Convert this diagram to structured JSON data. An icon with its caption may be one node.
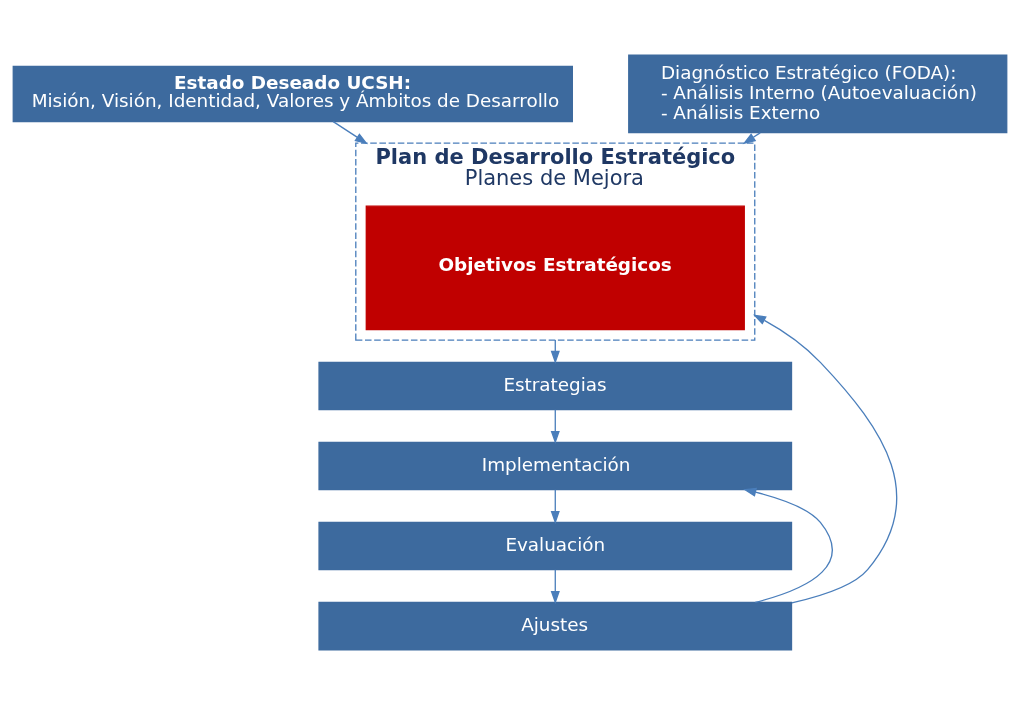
{
  "diagram": {
    "nodes": [
      {
        "text": [
          "Estado Deseado UCSH:",
          "Misión, Visión, Identidad, Valores y Ámbitos de Desarrollo"
        ]
      },
      {
        "text": [
          "Diagnóstico Estratégico (FODA):",
          "- Análisis Interno (Autoevaluación)",
          "- Análisis Externo"
        ]
      },
      {
        "text": [
          "Plan de Desarrollo Estratégico",
          "Planes de Mejora"
        ]
      },
      {
        "text": [
          "Objetivos Estratégicos"
        ],
        "in": 2
      },
      {
        "text": [
          "Estrategias"
        ]
      },
      {
        "text": [
          "Implementación"
        ]
      },
      {
        "text": [
          "Evaluación"
        ]
      },
      {
        "text": [
          "Ajustes"
        ]
      }
    ],
    "edges": [
      {
        "from": 0,
        "to": 2,
        "arrow": "to"
      },
      {
        "from": 1,
        "to": 2,
        "arrow": "to"
      },
      {
        "from": 2,
        "to": 4,
        "arrow": "to"
      },
      {
        "from": 4,
        "to": 5,
        "arrow": "to"
      },
      {
        "from": 5,
        "to": 6,
        "arrow": "to"
      },
      {
        "from": 6,
        "to": 7,
        "arrow": "to"
      },
      {
        "from": 7,
        "to": 5,
        "arrow": "to"
      },
      {
        "from": 7,
        "to": 2,
        "arrow": "to"
      }
    ]
  }
}
